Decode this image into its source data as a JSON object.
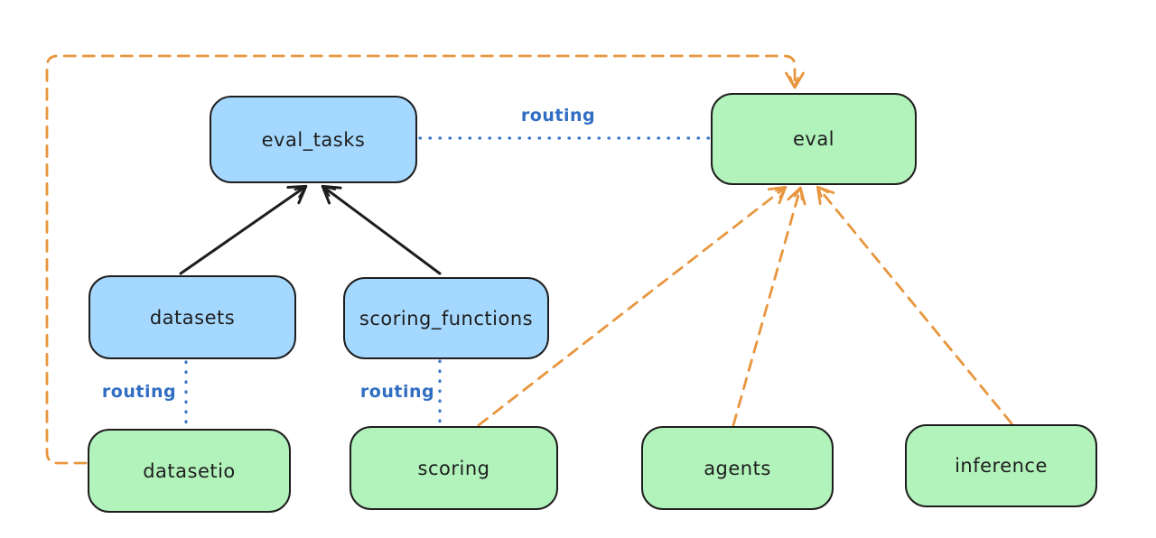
{
  "diagram": {
    "type": "architecture-routing-diagram",
    "background": "#ffffff",
    "colors": {
      "api_node_fill": "#a5d8ff",
      "provider_node_fill": "#b2f2bb",
      "node_stroke": "#1e1e1e",
      "routing_blue": "#2f6ec2",
      "dotted_blue": "#3a76c8",
      "dashed_orange": "#e8963e",
      "solid_arrow_black": "#1e1e1e"
    },
    "nodes": [
      {
        "id": "eval_tasks",
        "label": "eval_tasks",
        "color": "blue"
      },
      {
        "id": "eval",
        "label": "eval",
        "color": "green"
      },
      {
        "id": "datasets",
        "label": "datasets",
        "color": "blue"
      },
      {
        "id": "scoring_functions",
        "label": "scoring_functions",
        "color": "blue"
      },
      {
        "id": "datasetio",
        "label": "datasetio",
        "color": "green"
      },
      {
        "id": "scoring",
        "label": "scoring",
        "color": "green"
      },
      {
        "id": "agents",
        "label": "agents",
        "color": "green"
      },
      {
        "id": "inference",
        "label": "inference",
        "color": "green"
      }
    ],
    "edge_labels": [
      {
        "id": "routing-eval_tasks-eval",
        "text": "routing"
      },
      {
        "id": "routing-datasets-datasetio",
        "text": "routing"
      },
      {
        "id": "routing-scoring_functions-scoring",
        "text": "routing"
      }
    ],
    "edges": [
      {
        "from": "datasets",
        "to": "eval_tasks",
        "style": "solid",
        "color": "black",
        "arrow": "end"
      },
      {
        "from": "scoring_functions",
        "to": "eval_tasks",
        "style": "solid",
        "color": "black",
        "arrow": "end"
      },
      {
        "from": "eval_tasks",
        "to": "eval",
        "style": "dotted",
        "color": "blue",
        "label": "routing"
      },
      {
        "from": "datasets",
        "to": "datasetio",
        "style": "dotted",
        "color": "blue",
        "label": "routing"
      },
      {
        "from": "scoring_functions",
        "to": "scoring",
        "style": "dotted",
        "color": "blue",
        "label": "routing"
      },
      {
        "from": "datasetio",
        "to": "eval",
        "style": "dashed",
        "color": "orange",
        "arrow": "end",
        "route": "around-left-and-top"
      },
      {
        "from": "scoring",
        "to": "eval",
        "style": "dashed",
        "color": "orange",
        "arrow": "end"
      },
      {
        "from": "agents",
        "to": "eval",
        "style": "dashed",
        "color": "orange",
        "arrow": "end"
      },
      {
        "from": "inference",
        "to": "eval",
        "style": "dashed",
        "color": "orange",
        "arrow": "end"
      }
    ]
  }
}
